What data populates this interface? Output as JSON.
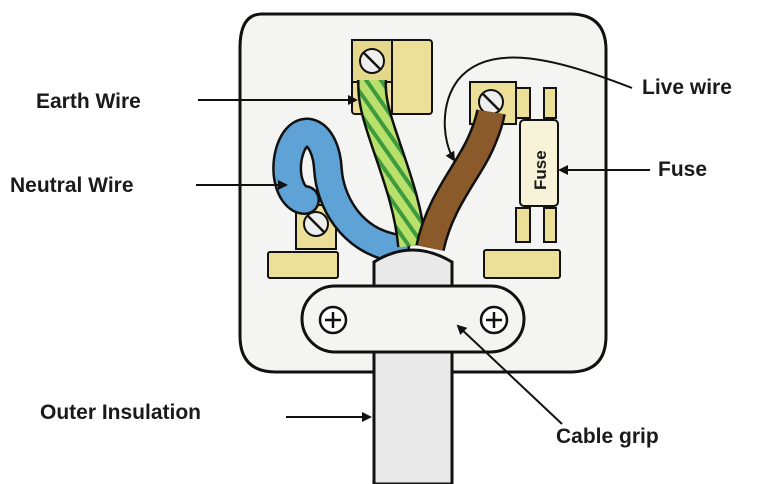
{
  "labels": {
    "earth": "Earth Wire",
    "neutral": "Neutral Wire",
    "live": "Live wire",
    "fuse": "Fuse",
    "outer": "Outer Insulation",
    "grip": "Cable grip"
  },
  "fuse_text": "Fuse",
  "colors": {
    "plug_body": "#f4f4f2",
    "outline": "#111111",
    "brass": "#ecdf98",
    "neutral_wire": "#5fa2d6",
    "earth_wire": "#b8e06a",
    "earth_stripe": "#2f8a2f",
    "live_wire": "#8b5a2b",
    "cable": "#e9e9e9"
  }
}
